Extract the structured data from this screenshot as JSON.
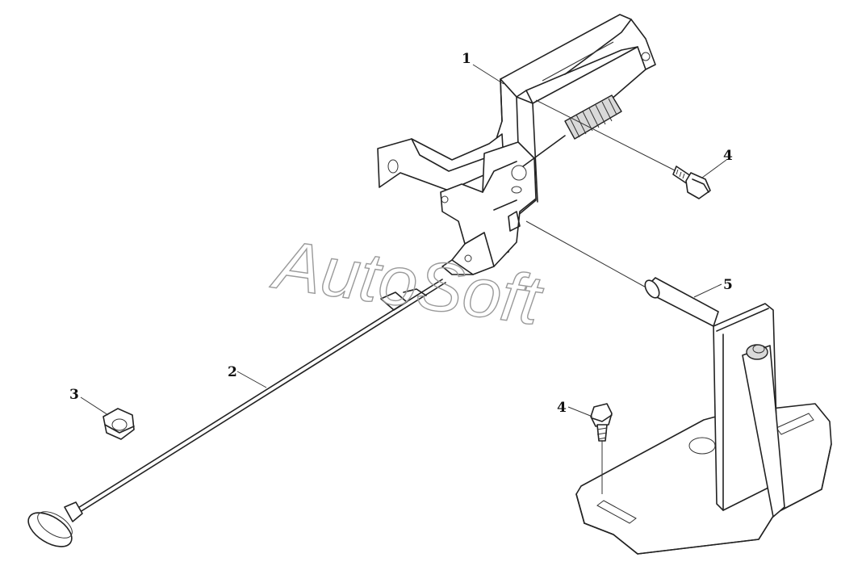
{
  "watermark": "AutoSoft",
  "callouts": {
    "c1": "1",
    "c2": "2",
    "c3": "3",
    "c4a": "4",
    "c4b": "4",
    "c5": "5"
  }
}
